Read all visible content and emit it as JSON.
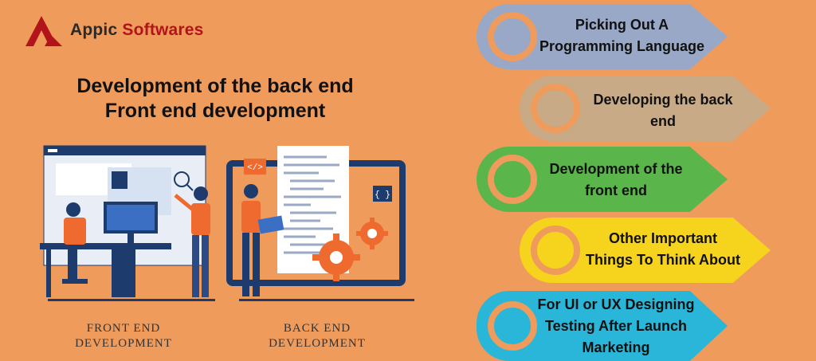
{
  "brand": {
    "name_part1": "Appic",
    "name_part2": "Softwares",
    "logo_icon": "appic-logo-icon"
  },
  "headline": {
    "line1": "Development of the back end",
    "line2": "Front end development"
  },
  "illustration": {
    "front_caption_line1": "FRONT END",
    "front_caption_line2": "DEVELOPMENT",
    "back_caption_line1": "BACK END",
    "back_caption_line2": "DEVELOPMENT",
    "code_tag": "</>",
    "brace_tag": "{ }"
  },
  "steps": [
    {
      "lines": [
        "Picking Out A",
        "Programming Language"
      ],
      "color": "#99a8c6"
    },
    {
      "lines": [
        "Developing the back",
        "end"
      ],
      "color": "#c8aa86"
    },
    {
      "lines": [
        "Development of the",
        "front end"
      ],
      "color": "#5ab54b"
    },
    {
      "lines": [
        "Other Important",
        "Things To Think About"
      ],
      "color": "#f6d31c"
    },
    {
      "lines": [
        "For UI or UX Designing",
        "Testing After Launch",
        "Marketing"
      ],
      "color": "#29b6d8"
    }
  ],
  "colors": {
    "background": "#ee9b5c",
    "brand_red": "#b3141b",
    "illustration_blue": "#1e3b6e",
    "illustration_orange": "#ef6a2e"
  }
}
